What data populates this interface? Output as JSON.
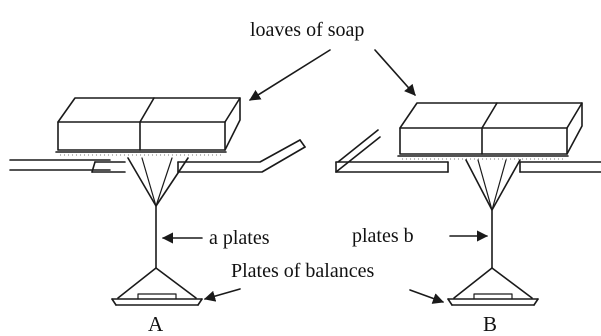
{
  "labels": {
    "loaves": "loaves of soap",
    "a_plates": "a plates",
    "plates_b": "plates b",
    "plates_of_balances": "Plates of balances",
    "letter_a": "A",
    "letter_b": "B"
  },
  "colors": {
    "ink": "#1a1a1a",
    "background": "#ffffff"
  }
}
